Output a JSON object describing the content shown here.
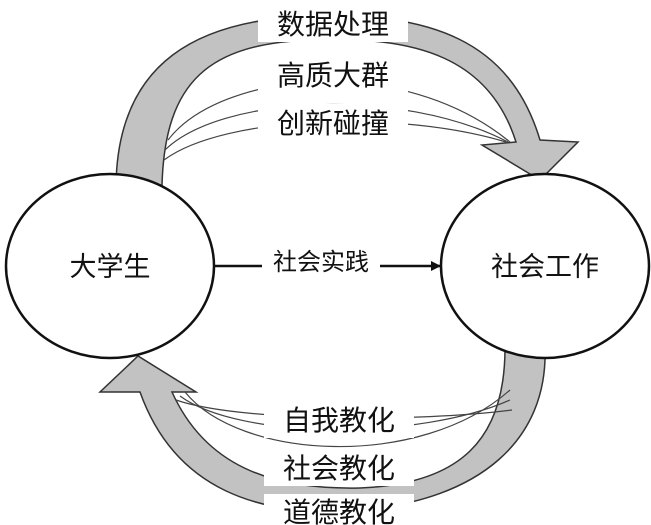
{
  "nodes": {
    "left": "大学生",
    "right": "社会工作"
  },
  "top_arrow_labels": [
    "数据处理",
    "高质大群",
    "创新碰撞"
  ],
  "middle_arrow_label": "社会实践",
  "bottom_arrow_labels": [
    "自我教化",
    "社会教化",
    "道德教化"
  ],
  "colors": {
    "arrow_fill": "#c2c2c2",
    "line": "#222222"
  }
}
